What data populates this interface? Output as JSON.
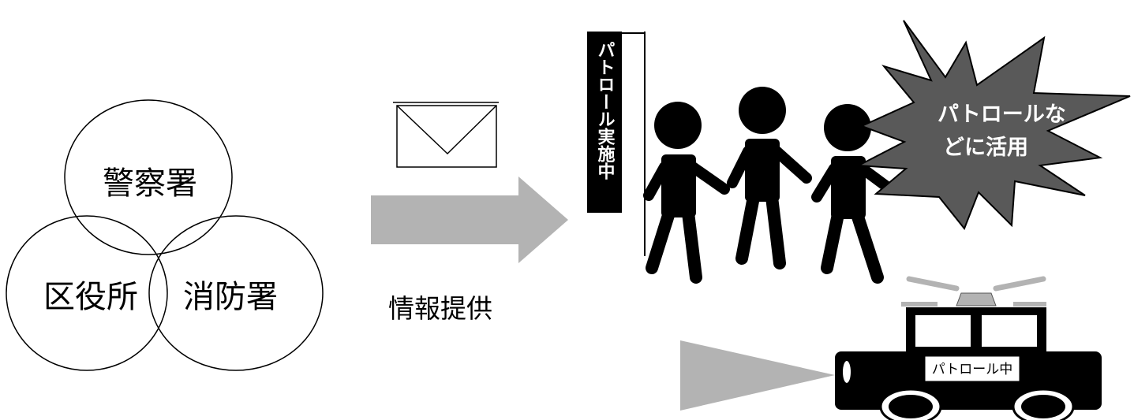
{
  "circles": {
    "police": "警察署",
    "ward_office": "区役所",
    "fire_station": "消防署"
  },
  "arrow_label": "情報提供",
  "banner_text": "パトロール実施中",
  "burst_text": [
    "パトロールな",
    "どに活用"
  ],
  "car_sign": "パトロール中",
  "icons": [
    "envelope-icon",
    "arrow-right-icon",
    "people-icon",
    "flag-icon",
    "burst-icon",
    "patrol-car-icon",
    "headlight-beam-icon"
  ],
  "colors": {
    "arrow": "#b3b3b3",
    "burst": "#595959",
    "ink": "#000000"
  }
}
